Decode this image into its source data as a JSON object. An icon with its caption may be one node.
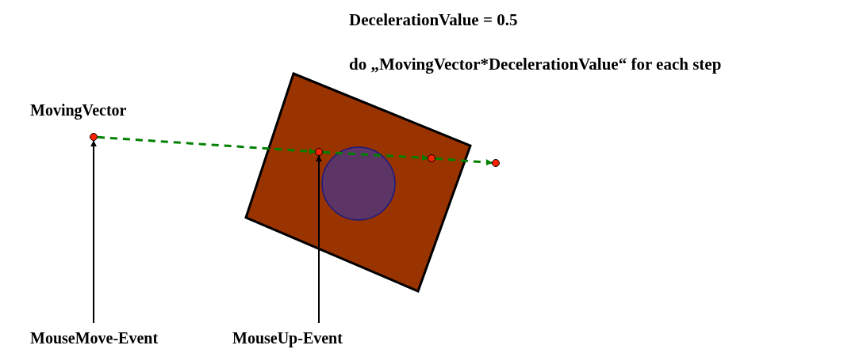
{
  "diagram": {
    "nodes": [
      {
        "text": [],
        "shape": "circle",
        "beside": [
          "MovingVector"
        ]
      },
      {
        "text": [],
        "shape": "circle"
      },
      {
        "text": [],
        "shape": "circle"
      },
      {
        "text": [],
        "shape": "circle"
      },
      {
        "text": [
          "MouseMove-Event"
        ]
      },
      {
        "text": [
          "MouseUp-Event"
        ]
      }
    ],
    "edges": [
      {
        "from": 0,
        "to": 1,
        "arrow": "to",
        "style": "dashed",
        "color": "#008000"
      },
      {
        "from": 1,
        "to": 2,
        "arrow": "to",
        "style": "dashed",
        "color": "#008000"
      },
      {
        "from": 2,
        "to": 3,
        "arrow": "to",
        "style": "dashed",
        "color": "#008000"
      },
      {
        "from": 4,
        "to": 0,
        "arrow": "to",
        "color": "#000000"
      },
      {
        "from": 5,
        "to": 1,
        "arrow": "to",
        "color": "#000000"
      }
    ],
    "labels": [
      "DecelerationValue = 0.5",
      "do „MovingVector*DecelerationValue“ for each step"
    ]
  }
}
